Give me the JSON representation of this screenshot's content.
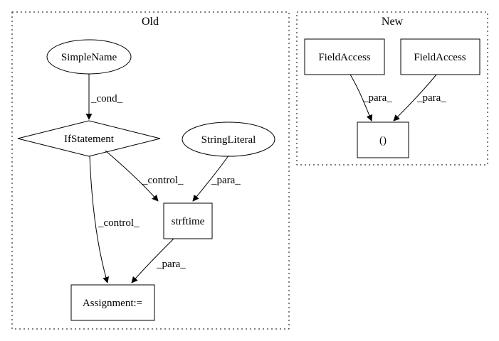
{
  "clusters": {
    "old": {
      "label": "Old"
    },
    "new": {
      "label": "New"
    }
  },
  "nodes": {
    "simplename": {
      "label": "SimpleName",
      "shape": "ellipse"
    },
    "ifstatement": {
      "label": "IfStatement",
      "shape": "diamond"
    },
    "stringliteral": {
      "label": "StringLiteral",
      "shape": "ellipse"
    },
    "strftime": {
      "label": "strftime",
      "shape": "box"
    },
    "assignment": {
      "label": "Assignment:=",
      "shape": "box"
    },
    "fieldaccess1": {
      "label": "FieldAccess",
      "shape": "box"
    },
    "fieldaccess2": {
      "label": "FieldAccess",
      "shape": "box"
    },
    "paren": {
      "label": "()",
      "shape": "box"
    }
  },
  "edges": [
    {
      "from": "simplename",
      "to": "ifstatement",
      "label": "_cond_"
    },
    {
      "from": "ifstatement",
      "to": "strftime",
      "label": "_control_"
    },
    {
      "from": "stringliteral",
      "to": "strftime",
      "label": "_para_"
    },
    {
      "from": "ifstatement",
      "to": "assignment",
      "label": "_control_"
    },
    {
      "from": "strftime",
      "to": "assignment",
      "label": "_para_"
    },
    {
      "from": "fieldaccess1",
      "to": "paren",
      "label": "_para_"
    },
    {
      "from": "fieldaccess2",
      "to": "paren",
      "label": "_para_"
    }
  ]
}
